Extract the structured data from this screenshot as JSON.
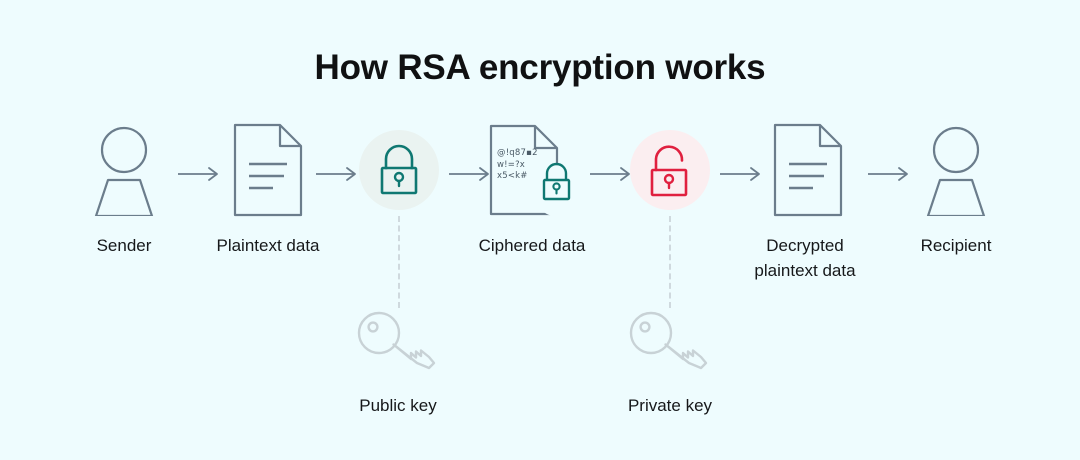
{
  "diagram": {
    "title": "How RSA encryption works",
    "background_color": "#eefcfe",
    "outline_color": "#6b7d8c",
    "lock_closed_color": "#0f7872",
    "lock_open_color": "#e0203f",
    "key_color": "#c8d2d6",
    "label_color": "#16181a"
  },
  "steps": [
    {
      "id": "sender",
      "icon": "person-icon",
      "label": "Sender"
    },
    {
      "id": "plaintext",
      "icon": "document-icon",
      "label": "Plaintext data"
    },
    {
      "id": "encrypt-lock",
      "icon": "lock-closed-icon",
      "label": ""
    },
    {
      "id": "ciphered",
      "icon": "encrypted-document-icon",
      "label": "Ciphered data"
    },
    {
      "id": "decrypt-lock",
      "icon": "lock-open-icon",
      "label": ""
    },
    {
      "id": "decrypted",
      "icon": "document-icon",
      "label": "Decrypted\nplaintext data"
    },
    {
      "id": "recipient",
      "icon": "person-icon",
      "label": "Recipient"
    }
  ],
  "arrows": {
    "icon": "arrow-right-icon",
    "count": 6
  },
  "cipher_sample": "@!q87▪2\nw!=?x\nx5<k#",
  "keys": [
    {
      "id": "public-key",
      "icon": "key-icon",
      "label": "Public key"
    },
    {
      "id": "private-key",
      "icon": "key-icon",
      "label": "Private key"
    }
  ]
}
